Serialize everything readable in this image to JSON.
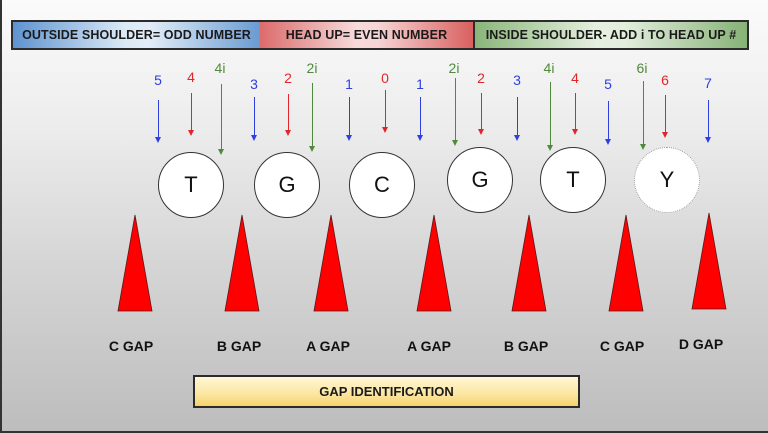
{
  "legend": {
    "outside_shoulder": {
      "label": "OUTSIDE SHOULDER= ODD NUMBER",
      "color": "#3b5bdb"
    },
    "head_up": {
      "label": "HEAD UP= EVEN NUMBER",
      "color": "#e03131"
    },
    "inside_shoulder": {
      "label": "INSIDE SHOULDER- ADD i TO HEAD UP #",
      "color": "#4a7c3a"
    }
  },
  "techniques": [
    {
      "label": "5",
      "type": "outside",
      "color": "#2f3fe0"
    },
    {
      "label": "4",
      "type": "head",
      "color": "#e0262b"
    },
    {
      "label": "4i",
      "type": "inside",
      "color": "#4f8a3a"
    },
    {
      "label": "3",
      "type": "outside",
      "color": "#2f3fe0"
    },
    {
      "label": "2",
      "type": "head",
      "color": "#e0262b"
    },
    {
      "label": "2i",
      "type": "inside",
      "color": "#4f8a3a"
    },
    {
      "label": "1",
      "type": "outside",
      "color": "#2f3fe0"
    },
    {
      "label": "0",
      "type": "head",
      "color": "#e0262b"
    },
    {
      "label": "1",
      "type": "outside",
      "color": "#2f3fe0"
    },
    {
      "label": "2i",
      "type": "inside",
      "color": "#4f8a3a"
    },
    {
      "label": "2",
      "type": "head",
      "color": "#e0262b"
    },
    {
      "label": "3",
      "type": "outside",
      "color": "#2f3fe0"
    },
    {
      "label": "4i",
      "type": "inside",
      "color": "#4f8a3a"
    },
    {
      "label": "4",
      "type": "head",
      "color": "#e0262b"
    },
    {
      "label": "5",
      "type": "outside",
      "color": "#2f3fe0"
    },
    {
      "label": "6i",
      "type": "inside",
      "color": "#4f8a3a"
    },
    {
      "label": "6",
      "type": "head",
      "color": "#e0262b"
    },
    {
      "label": "7",
      "type": "outside",
      "color": "#2f3fe0"
    }
  ],
  "linemen": [
    {
      "label": "T",
      "style": "solid"
    },
    {
      "label": "G",
      "style": "solid"
    },
    {
      "label": "C",
      "style": "solid"
    },
    {
      "label": "G",
      "style": "solid"
    },
    {
      "label": "T",
      "style": "solid"
    },
    {
      "label": "Y",
      "style": "dashed"
    }
  ],
  "gaps": [
    {
      "label": "C GAP"
    },
    {
      "label": "B GAP"
    },
    {
      "label": "A GAP"
    },
    {
      "label": "A GAP"
    },
    {
      "label": "B GAP"
    },
    {
      "label": "C GAP"
    },
    {
      "label": "D GAP"
    }
  ],
  "gap_color": "#ff0000",
  "footer": {
    "title": "GAP IDENTIFICATION"
  }
}
